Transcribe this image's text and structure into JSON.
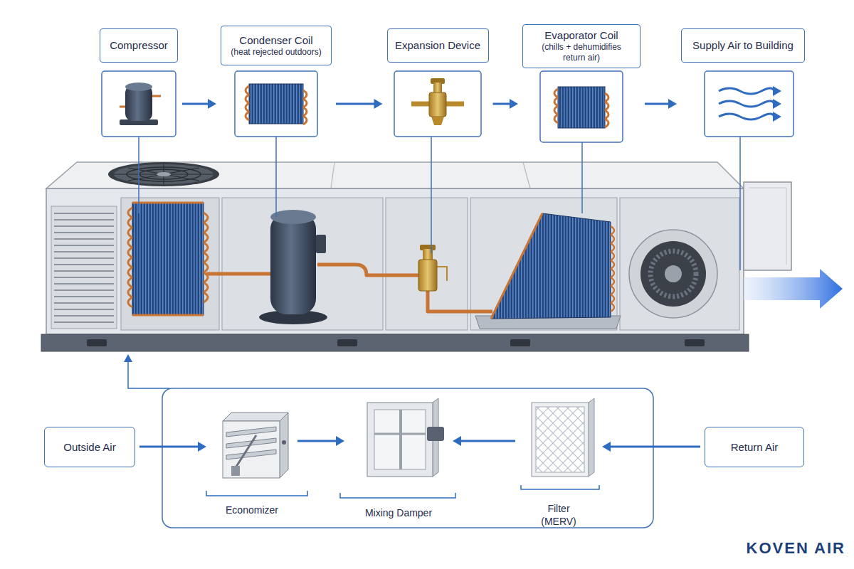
{
  "diagram": {
    "nodes": [
      {
        "text": [
          "Compressor"
        ]
      },
      {
        "text": [
          "Condenser Coil",
          "(heat rejected outdoors)"
        ]
      },
      {
        "text": [
          "Expansion Device"
        ]
      },
      {
        "text": [
          "Evaporator Coil",
          "(chills + dehumidifies return air)"
        ]
      },
      {
        "text": [
          "Supply Air to Building"
        ]
      },
      {
        "text": [
          "Outside Air"
        ]
      },
      {
        "text": [
          "Economizer"
        ]
      },
      {
        "text": [
          "Mixing Damper"
        ]
      },
      {
        "text": [
          "Filter (MERV)"
        ]
      },
      {
        "text": [
          "Return Air"
        ]
      }
    ],
    "edges": [
      {
        "from": 0,
        "to": 1,
        "arrow": "to"
      },
      {
        "from": 1,
        "to": 2,
        "arrow": "to"
      },
      {
        "from": 2,
        "to": 3,
        "arrow": "to"
      },
      {
        "from": 3,
        "to": 4,
        "arrow": "to"
      },
      {
        "from": 5,
        "to": 6,
        "arrow": "to"
      },
      {
        "from": 6,
        "to": 7,
        "arrow": "to"
      },
      {
        "from": 8,
        "to": 7,
        "arrow": "to"
      },
      {
        "from": 9,
        "to": 8,
        "arrow": "to"
      }
    ],
    "labels": [
      "KOVEN AIR"
    ]
  }
}
